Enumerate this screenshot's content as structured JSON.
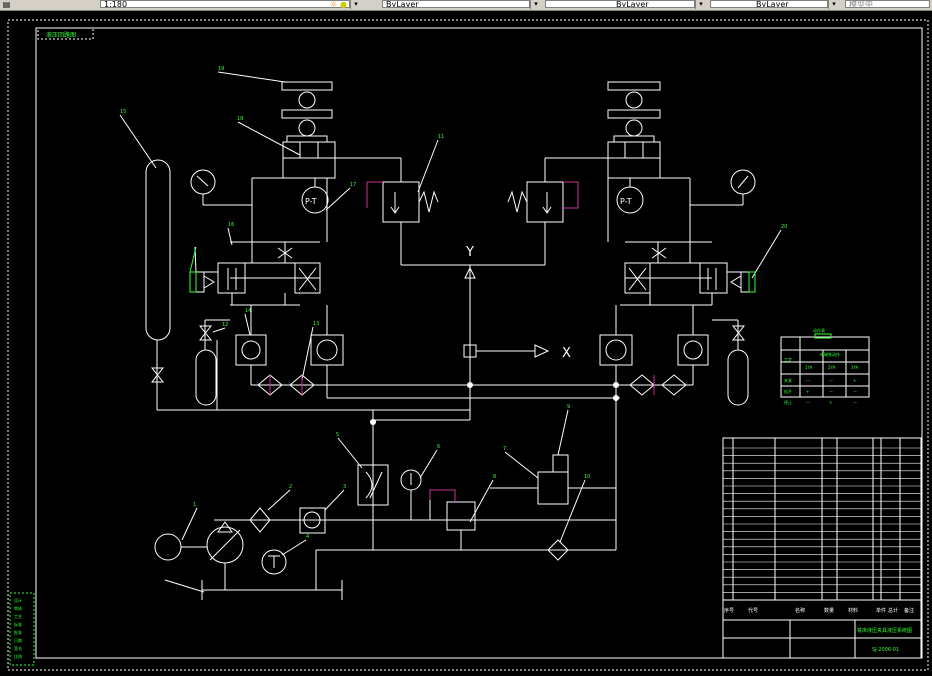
{
  "toolbar": {
    "layer_value": "1:180",
    "color_value": "ByLayer",
    "linetype_value": "ByLayer",
    "lineweight_value": "ByLayer",
    "search_placeholder": "模型中",
    "icons": [
      "layer-icon",
      "sun-icon",
      "lightbulb-icon"
    ]
  },
  "drawing": {
    "colors": {
      "background": "#000000",
      "line": "#ffffff",
      "leader": "#ffffff",
      "label": "#33ff33",
      "accent": "#cc3399",
      "border": "#ffffff"
    },
    "top_left_tag": "液压回路图",
    "labels": {
      "Y": "Y",
      "X": "X",
      "p_t": "P-T",
      "p_t_right": "P-T"
    },
    "part_numbers": [
      "19",
      "18",
      "16",
      "17",
      "15",
      "14",
      "13",
      "12",
      "11",
      "1",
      "2",
      "3",
      "4",
      "5",
      "6",
      "7",
      "8",
      "9",
      "10",
      "20"
    ],
    "legend_table": {
      "title": "动作表",
      "header": [
        "工步",
        "电磁铁动作",
        "",
        ""
      ],
      "subheader": [
        "",
        "1YA",
        "2YA",
        "3YA"
      ],
      "rows": [
        [
          "夹紧",
          "—",
          "—",
          "+"
        ],
        [
          "松开",
          "+",
          "—",
          "—"
        ],
        [
          "停止",
          "—",
          "+",
          "—"
        ]
      ]
    },
    "title_block": {
      "drawing_title": "铣床液压夹具液压系统图",
      "drawing_code": "SJ-2006-01",
      "header": [
        "序号",
        "代号",
        "名称",
        "数量",
        "材料",
        "单件",
        "总计",
        "备注"
      ],
      "rows": 20
    },
    "side_stack": [
      "设计",
      "审核",
      "工艺",
      "标准",
      "批准",
      "日期",
      "签名",
      "比例"
    ]
  }
}
